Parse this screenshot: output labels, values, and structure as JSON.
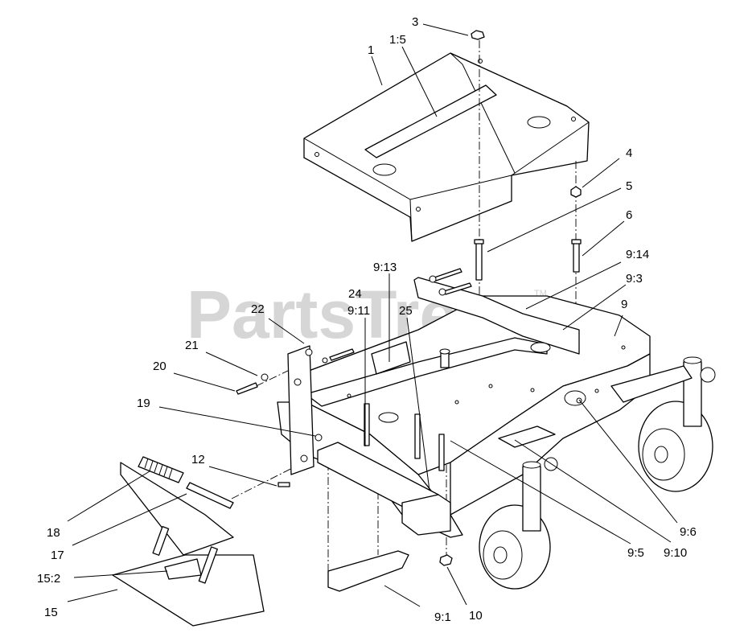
{
  "watermark": {
    "text": "PartsTree",
    "trademark": "TM"
  },
  "callouts": [
    {
      "id": "c-3",
      "text": "3"
    },
    {
      "id": "c-1-5",
      "text": "1:5"
    },
    {
      "id": "c-1",
      "text": "1"
    },
    {
      "id": "c-4",
      "text": "4"
    },
    {
      "id": "c-5",
      "text": "5"
    },
    {
      "id": "c-6",
      "text": "6"
    },
    {
      "id": "c-9-14",
      "text": "9:14"
    },
    {
      "id": "c-9-13",
      "text": "9:13"
    },
    {
      "id": "c-9-3",
      "text": "9:3"
    },
    {
      "id": "c-24",
      "text": "24"
    },
    {
      "id": "c-9-11",
      "text": "9:11"
    },
    {
      "id": "c-25",
      "text": "25"
    },
    {
      "id": "c-9",
      "text": "9"
    },
    {
      "id": "c-22",
      "text": "22"
    },
    {
      "id": "c-21",
      "text": "21"
    },
    {
      "id": "c-20",
      "text": "20"
    },
    {
      "id": "c-19",
      "text": "19"
    },
    {
      "id": "c-12",
      "text": "12"
    },
    {
      "id": "c-18",
      "text": "18"
    },
    {
      "id": "c-17",
      "text": "17"
    },
    {
      "id": "c-15-2",
      "text": "15:2"
    },
    {
      "id": "c-15",
      "text": "15"
    },
    {
      "id": "c-9-1",
      "text": "9:1"
    },
    {
      "id": "c-10",
      "text": "10"
    },
    {
      "id": "c-9-5",
      "text": "9:5"
    },
    {
      "id": "c-9-10",
      "text": "9:10"
    },
    {
      "id": "c-9-6",
      "text": "9:6"
    }
  ]
}
